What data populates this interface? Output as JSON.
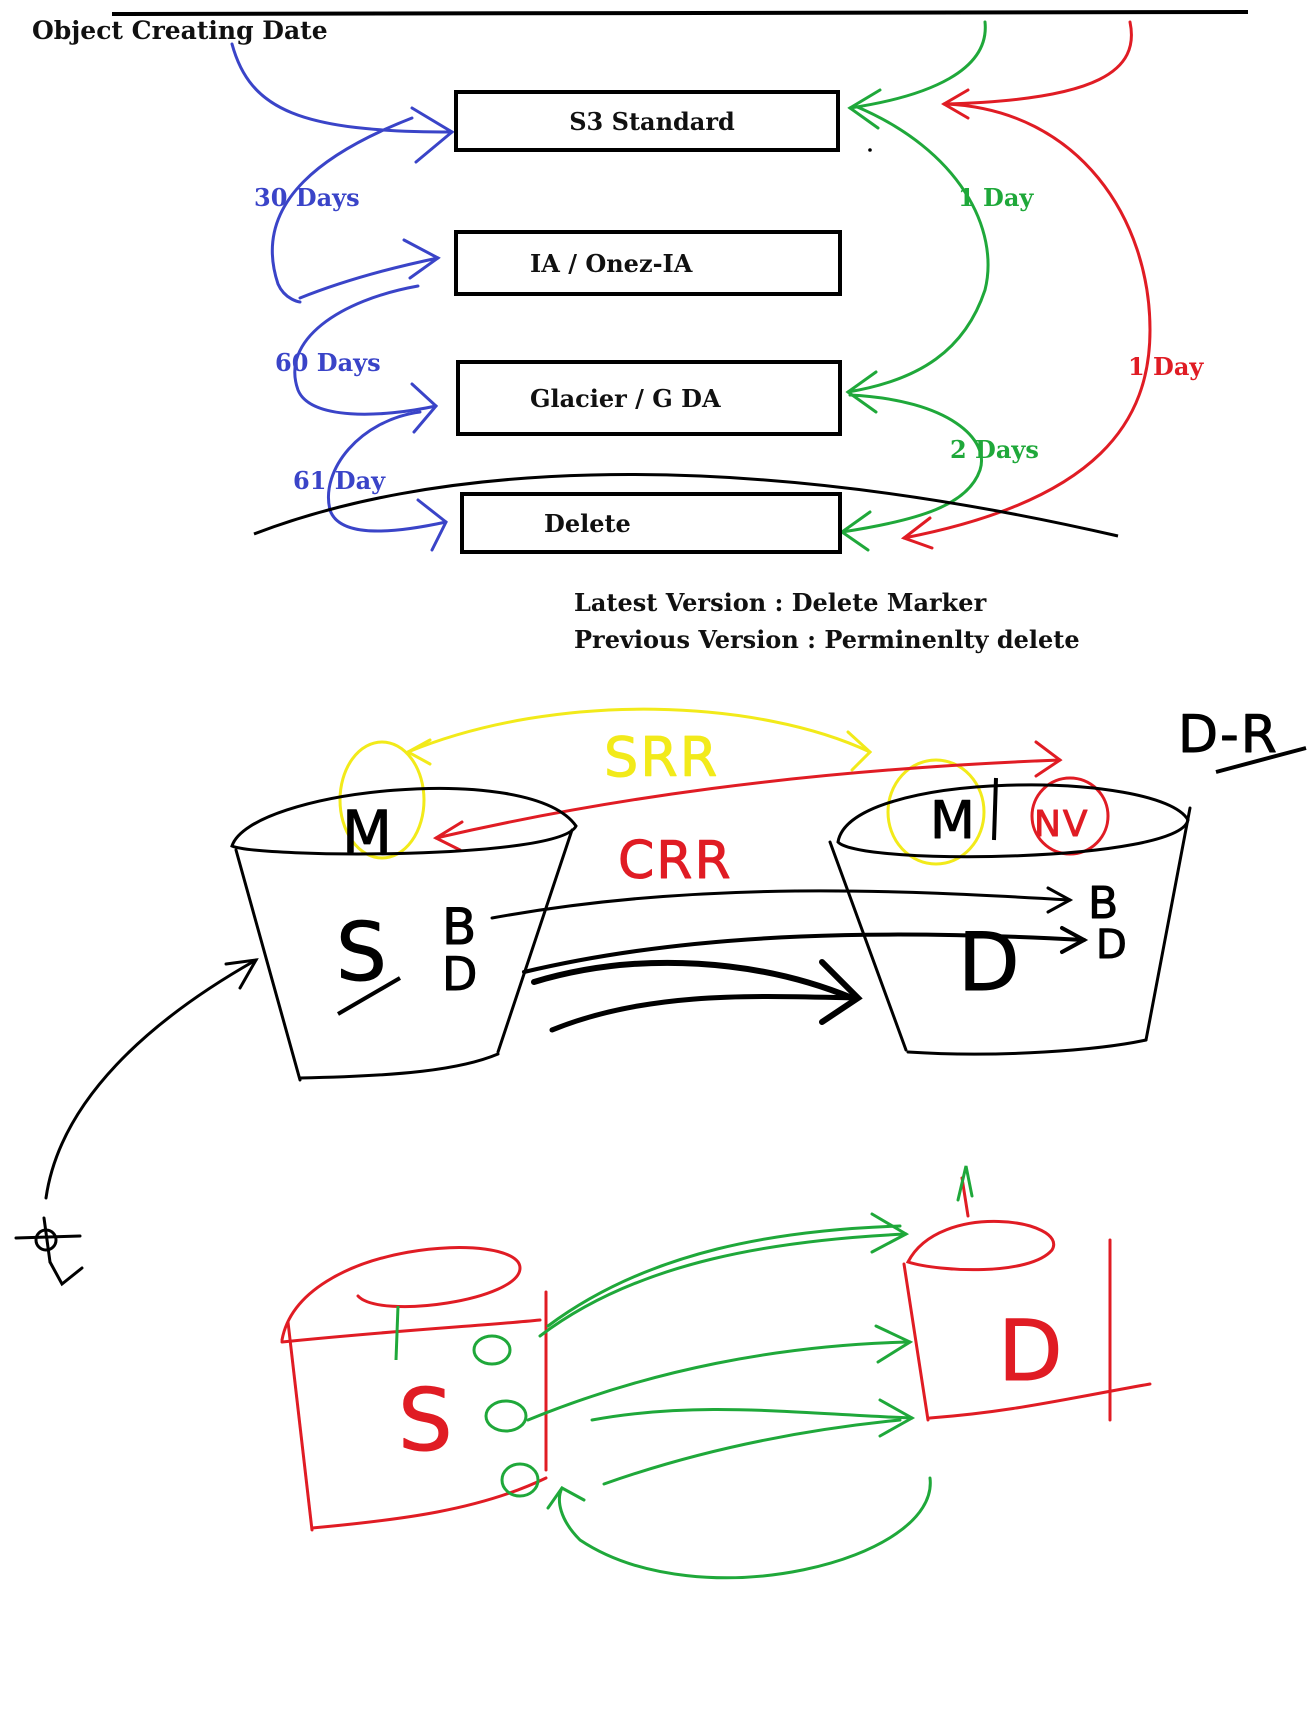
{
  "header": {
    "title": "Object Creating Date"
  },
  "tiers": [
    {
      "label": "S3 Standard"
    },
    {
      "label": "IA / Onez-IA"
    },
    {
      "label": "Glacier / G DA"
    },
    {
      "label": "Delete"
    }
  ],
  "transitions": {
    "blue": [
      "30 Days",
      "60 Days",
      "61 Day"
    ],
    "green": [
      "1 Day",
      "2 Days"
    ],
    "red": [
      "1 Day"
    ]
  },
  "notes": {
    "latest": "Latest Version : Delete Marker",
    "previous": "Previous Version : Perminenlty delete"
  },
  "sketch": {
    "srr": "SRR",
    "crr": "CRR",
    "dr": "D-R",
    "source_bucket": "S",
    "dest_bucket": "D",
    "marker_m": "M",
    "marker_nv": "NV",
    "object_d": "D",
    "object_b": "B"
  },
  "colors": {
    "blue": "#3a44c8",
    "green": "#1fa83a",
    "red": "#e01c24",
    "yellow": "#f2ea1a",
    "black": "#000000"
  }
}
